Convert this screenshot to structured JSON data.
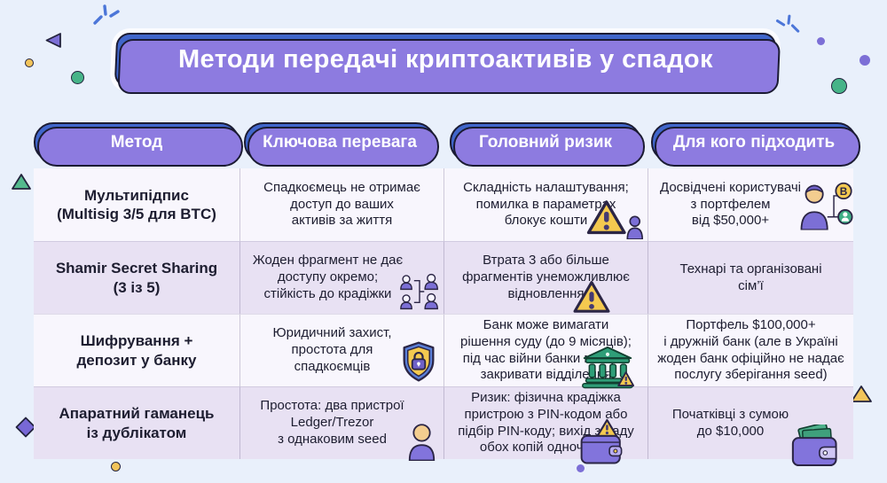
{
  "title": "Методи передачі криптоактивів у спадок",
  "columns": [
    "Метод",
    "Ключова перевага",
    "Головний ризик",
    "Для кого підходить"
  ],
  "rows": [
    {
      "method": "Мультипідпис\n(Multisig 3/5 для BTC)",
      "advantage": "Спадкоємець не отримає\nдоступ до ваших\nактивів за життя",
      "risk": "Складність налаштування;\nпомилка в параметрах\nблокує кошти",
      "who": "Досвідчені користувачі\nз портфелем\nвід $50,000+",
      "icons": {
        "risk": "warning-triangle-person-icon",
        "who": "experienced-user-bitcoin-icon"
      }
    },
    {
      "method": "Shamir Secret Sharing\n(3 із 5)",
      "advantage": "Жоден фрагмент не дає\nдоступу окремо;\nстійкість до крадіжки",
      "risk": "Втрата 3 або більше\nфрагментів унеможливлює\nвідновлення",
      "who": "Технарі та організовані\nсім’ї",
      "icons": {
        "advantage": "people-group-icon",
        "risk": "warning-triangle-icon"
      }
    },
    {
      "method": "Шифрування +\nдепозит у банку",
      "advantage": "Юридичний захист,\nпростота для\nспадкоємців",
      "risk": "Банк може вимагати\nрішення суду (до 9 місяців);\nпід час війни банки можуть\nзакривати відділення",
      "who": "Портфель $100,000+\nі дружній банк (але в Україні\nжоден банк офіційно не надає\nпослугу зберігання seed)",
      "icons": {
        "advantage": "shield-lock-icon",
        "risk": "bank-warning-icon"
      }
    },
    {
      "method": "Апаратний гаманець\nіз дублікатом",
      "advantage": "Простота: два пристрої\nLedger/Trezor\nз однаковим seed",
      "risk": "Ризик: фізична крадіжка\nпристрою з PIN-кодом або\nпідбір PIN-коду; вихід з ладу\nобох копій одночасно",
      "who": "Початківці з сумою\nдо $10,000",
      "icons": {
        "advantage": "person-icon",
        "risk": "wallet-warning-icon",
        "who": "wallet-money-icon"
      }
    }
  ],
  "decorations": [
    "sparkle-icon",
    "triangle-shape",
    "diamond-shape",
    "dot-shape"
  ],
  "colors": {
    "background": "#e9f0fb",
    "banner_blue": "#4066cb",
    "shadow_purple": "#8d7be0",
    "outline_dark": "#1b1b33",
    "row_light": "#f8f6fd",
    "row_lavender": "#e8e1f3",
    "warning_yellow": "#f4c94f",
    "accent_green": "#3fae85",
    "accent_purple": "#7c6fd6",
    "text_dark": "#1d1d30"
  }
}
